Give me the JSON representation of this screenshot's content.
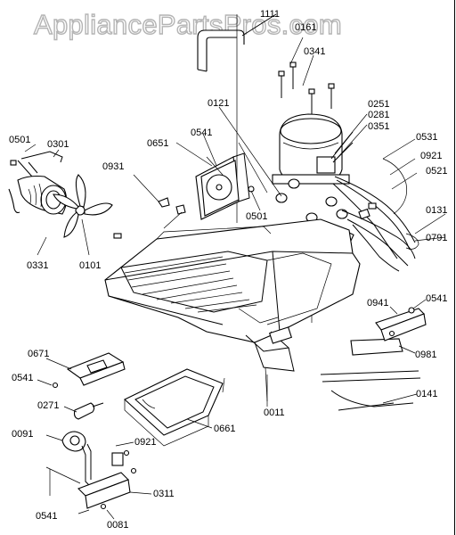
{
  "watermark": "AppliancePartsPros.com",
  "labels": [
    {
      "key": "p1111",
      "text": "1111"
    },
    {
      "key": "p0161",
      "text": "0161"
    },
    {
      "key": "p0341",
      "text": "0341"
    },
    {
      "key": "p0121",
      "text": "0121"
    },
    {
      "key": "p0251",
      "text": "0251"
    },
    {
      "key": "p0281",
      "text": "0281"
    },
    {
      "key": "p0351",
      "text": "0351"
    },
    {
      "key": "p0531",
      "text": "0531"
    },
    {
      "key": "p0541a",
      "text": "0541"
    },
    {
      "key": "p0651",
      "text": "0651"
    },
    {
      "key": "p0921a",
      "text": "0921"
    },
    {
      "key": "p0521",
      "text": "0521"
    },
    {
      "key": "p0501a",
      "text": "0501"
    },
    {
      "key": "p0301",
      "text": "0301"
    },
    {
      "key": "p0931",
      "text": "0931"
    },
    {
      "key": "p0501b",
      "text": "0501"
    },
    {
      "key": "p0131",
      "text": "0131"
    },
    {
      "key": "p0791",
      "text": "0791"
    },
    {
      "key": "p0331",
      "text": "0331"
    },
    {
      "key": "p0101",
      "text": "0101"
    },
    {
      "key": "p0941",
      "text": "0941"
    },
    {
      "key": "p0541b",
      "text": "0541"
    },
    {
      "key": "p0671",
      "text": "0671"
    },
    {
      "key": "p0981",
      "text": "0981"
    },
    {
      "key": "p0541c",
      "text": "0541"
    },
    {
      "key": "p0141",
      "text": "0141"
    },
    {
      "key": "p0271",
      "text": "0271"
    },
    {
      "key": "p0011",
      "text": "0011"
    },
    {
      "key": "p0661",
      "text": "0661"
    },
    {
      "key": "p0091",
      "text": "0091"
    },
    {
      "key": "p0921b",
      "text": "0921"
    },
    {
      "key": "p0311",
      "text": "0311"
    },
    {
      "key": "p0541d",
      "text": "0541"
    },
    {
      "key": "p0081",
      "text": "0081"
    }
  ]
}
